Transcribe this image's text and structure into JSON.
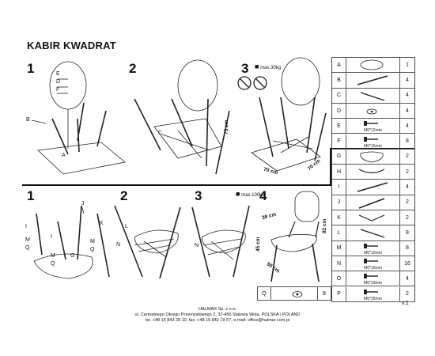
{
  "title": "KABIR KWADRAT",
  "top_section": {
    "steps": [
      "1",
      "2",
      "3"
    ],
    "weight_limit": "max.30kg",
    "height_label": "75 cm",
    "width_label": "70 cm",
    "depth_label": "70 cm",
    "part_labels": [
      "A",
      "B",
      "C",
      "D",
      "E",
      "F"
    ]
  },
  "bottom_section": {
    "steps": [
      "1",
      "2",
      "3",
      "4"
    ],
    "weight_limit": "max.100kg",
    "seat_width_label": "39 cm",
    "seat_height_label": "45 cm",
    "total_height_label": "82 cm",
    "depth_label": "50 cm",
    "part_labels": [
      "G",
      "H",
      "I",
      "J",
      "K",
      "L",
      "M",
      "N",
      "O",
      "P",
      "Q"
    ]
  },
  "parts_table": [
    {
      "letter": "A",
      "qty": "1",
      "caption": "",
      "icon": "tabletop-icon"
    },
    {
      "letter": "B",
      "qty": "4",
      "caption": "",
      "icon": "leg-icon"
    },
    {
      "letter": "C",
      "qty": "4",
      "caption": "",
      "icon": "rod-icon"
    },
    {
      "letter": "D",
      "qty": "4",
      "caption": "",
      "icon": "connector-icon"
    },
    {
      "letter": "E",
      "qty": "4",
      "caption": "M6*12mm",
      "icon": "screw-icon"
    },
    {
      "letter": "F",
      "qty": "8",
      "caption": "M6*15mm",
      "icon": "screw-icon"
    },
    {
      "letter": "G",
      "qty": "2",
      "caption": "",
      "icon": "seat-icon"
    },
    {
      "letter": "H",
      "qty": "2",
      "caption": "",
      "icon": "backrest-icon"
    },
    {
      "letter": "I",
      "qty": "4",
      "caption": "",
      "icon": "leg-icon"
    },
    {
      "letter": "J",
      "qty": "2",
      "caption": "",
      "icon": "back-leg-icon"
    },
    {
      "letter": "K",
      "qty": "2",
      "caption": "",
      "icon": "crossbar-icon"
    },
    {
      "letter": "L",
      "qty": "8",
      "caption": "",
      "icon": "rod-icon"
    },
    {
      "letter": "M",
      "qty": "8",
      "caption": "M6*12mm",
      "icon": "screw-icon"
    },
    {
      "letter": "N",
      "qty": "16",
      "caption": "M6*15mm",
      "icon": "screw-icon"
    },
    {
      "letter": "O",
      "qty": "4",
      "caption": "M6*23mm",
      "icon": "screw-icon"
    },
    {
      "letter": "P",
      "qty": "2",
      "caption": "M6*25mm",
      "icon": "screw-icon"
    }
  ],
  "extra_row": {
    "letter": "Q",
    "qty": "8"
  },
  "footer": {
    "company": "HALMAR Sp. z o.o.",
    "address": "ul. Centralnego Okręgu Przemysłowego 2, 37-450 Stalowa Wola, POLSKA / POLAND",
    "contact": "tel. +48 15 843 28 10, fax. +48 15 842 19 57, e-mail: office@halmar.com.pl",
    "version": "v.1"
  }
}
